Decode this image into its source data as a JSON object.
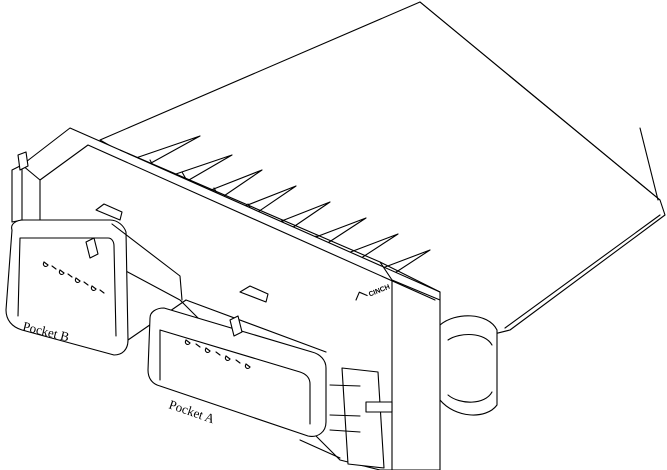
{
  "labels": {
    "pocket_b": "Pocket B",
    "pocket_a": "Pocket A",
    "brand": "CINCH"
  },
  "colors": {
    "line": "#000000",
    "background": "#ffffff"
  }
}
